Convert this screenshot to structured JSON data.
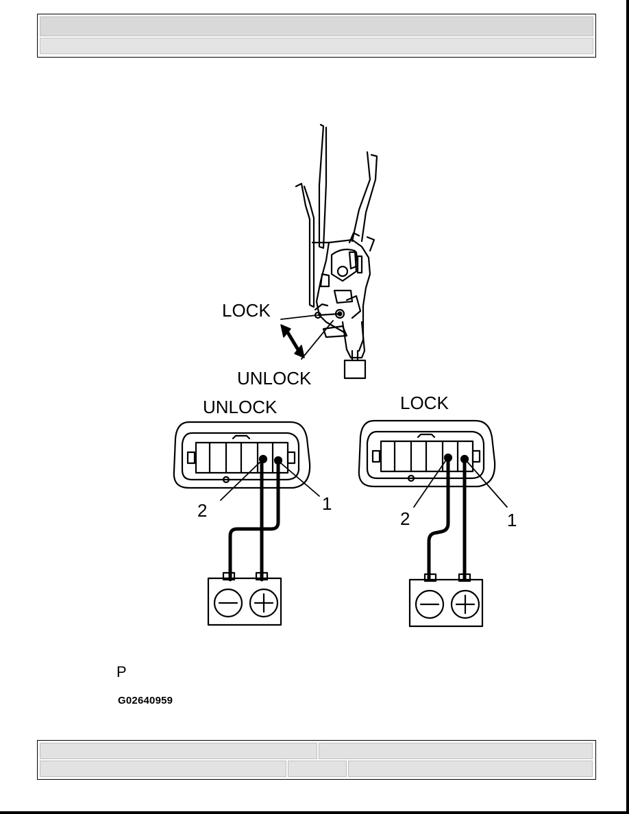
{
  "header": {
    "title": "",
    "subtitle": ""
  },
  "figure": {
    "lever_labels": {
      "lock": "LOCK",
      "unlock": "UNLOCK"
    },
    "connector_left": {
      "state": "UNLOCK",
      "pin_2": "2",
      "pin_1": "1"
    },
    "connector_right": {
      "state": "LOCK",
      "pin_2": "2",
      "pin_1": "1"
    },
    "battery_left": {
      "minus": "negative-terminal-icon",
      "plus": "positive-terminal-icon"
    },
    "battery_right": {
      "minus": "negative-terminal-icon",
      "plus": "positive-terminal-icon"
    }
  },
  "caption": {
    "glyph": "P",
    "figure_code": "G02640959"
  },
  "footer": {
    "cells": [
      "",
      "",
      "",
      "",
      ""
    ]
  }
}
